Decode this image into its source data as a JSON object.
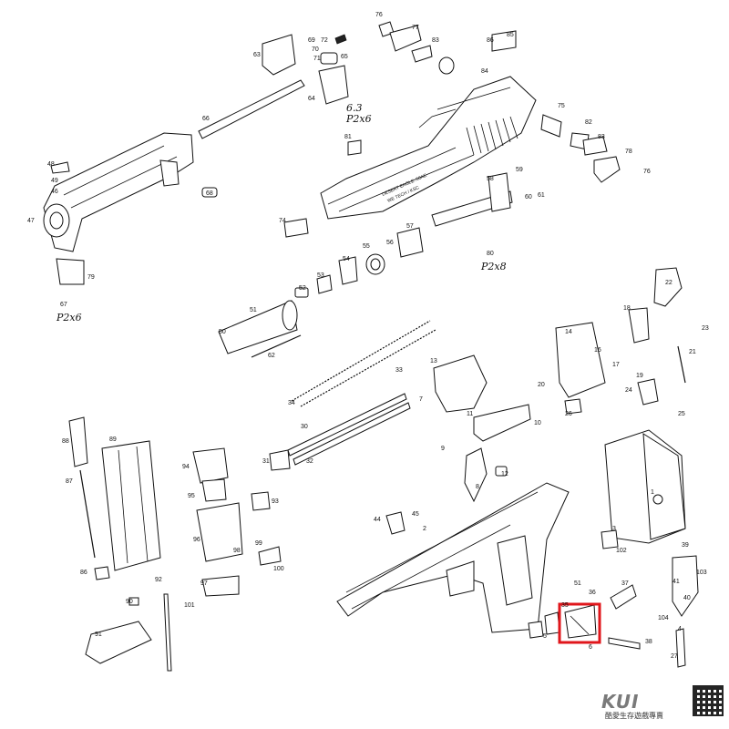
{
  "labels": [
    {
      "id": "76a",
      "t": "76"
    },
    {
      "id": "77",
      "t": "77"
    },
    {
      "id": "85",
      "t": "85"
    },
    {
      "id": "83",
      "t": "83"
    },
    {
      "id": "86",
      "t": "86"
    },
    {
      "id": "84",
      "t": "84"
    },
    {
      "id": "63",
      "t": "63"
    },
    {
      "id": "69",
      "t": "69"
    },
    {
      "id": "72",
      "t": "72"
    },
    {
      "id": "70",
      "t": "70"
    },
    {
      "id": "71",
      "t": "71"
    },
    {
      "id": "64",
      "t": "64"
    },
    {
      "id": "65",
      "t": "65"
    },
    {
      "id": "66",
      "t": "66"
    },
    {
      "id": "75",
      "t": "75"
    },
    {
      "id": "82",
      "t": "82"
    },
    {
      "id": "83b",
      "t": "83"
    },
    {
      "id": "78",
      "t": "78"
    },
    {
      "id": "76b",
      "t": "76"
    },
    {
      "id": "81",
      "t": "81"
    },
    {
      "id": "48",
      "t": "48"
    },
    {
      "id": "49",
      "t": "49"
    },
    {
      "id": "46",
      "t": "46"
    },
    {
      "id": "47",
      "t": "47"
    },
    {
      "id": "68",
      "t": "68"
    },
    {
      "id": "59",
      "t": "59"
    },
    {
      "id": "58",
      "t": "58"
    },
    {
      "id": "60",
      "t": "60"
    },
    {
      "id": "61",
      "t": "61"
    },
    {
      "id": "74",
      "t": "74"
    },
    {
      "id": "57",
      "t": "57"
    },
    {
      "id": "56",
      "t": "56"
    },
    {
      "id": "55",
      "t": "55"
    },
    {
      "id": "54",
      "t": "54"
    },
    {
      "id": "53",
      "t": "53"
    },
    {
      "id": "52",
      "t": "52"
    },
    {
      "id": "80",
      "t": "80"
    },
    {
      "id": "79",
      "t": "79"
    },
    {
      "id": "67",
      "t": "67"
    },
    {
      "id": "51",
      "t": "51"
    },
    {
      "id": "50",
      "t": "50"
    },
    {
      "id": "62",
      "t": "62"
    },
    {
      "id": "22",
      "t": "22"
    },
    {
      "id": "18",
      "t": "18"
    },
    {
      "id": "23",
      "t": "23"
    },
    {
      "id": "21",
      "t": "21"
    },
    {
      "id": "14",
      "t": "14"
    },
    {
      "id": "16",
      "t": "16"
    },
    {
      "id": "17",
      "t": "17"
    },
    {
      "id": "19",
      "t": "19"
    },
    {
      "id": "20",
      "t": "20"
    },
    {
      "id": "24",
      "t": "24"
    },
    {
      "id": "25",
      "t": "25"
    },
    {
      "id": "26",
      "t": "26"
    },
    {
      "id": "33",
      "t": "33"
    },
    {
      "id": "13",
      "t": "13"
    },
    {
      "id": "34",
      "t": "34"
    },
    {
      "id": "7",
      "t": "7"
    },
    {
      "id": "11",
      "t": "11"
    },
    {
      "id": "10",
      "t": "10"
    },
    {
      "id": "30",
      "t": "30"
    },
    {
      "id": "31",
      "t": "31"
    },
    {
      "id": "32",
      "t": "32"
    },
    {
      "id": "9",
      "t": "9"
    },
    {
      "id": "12",
      "t": "12"
    },
    {
      "id": "8",
      "t": "8"
    },
    {
      "id": "88",
      "t": "88"
    },
    {
      "id": "89",
      "t": "89"
    },
    {
      "id": "94",
      "t": "94"
    },
    {
      "id": "87",
      "t": "87"
    },
    {
      "id": "95",
      "t": "95"
    },
    {
      "id": "93",
      "t": "93"
    },
    {
      "id": "96",
      "t": "96"
    },
    {
      "id": "99",
      "t": "99"
    },
    {
      "id": "100",
      "t": "100"
    },
    {
      "id": "86b",
      "t": "86"
    },
    {
      "id": "97",
      "t": "97"
    },
    {
      "id": "92",
      "t": "92"
    },
    {
      "id": "90",
      "t": "90"
    },
    {
      "id": "101",
      "t": "101"
    },
    {
      "id": "91",
      "t": "91"
    },
    {
      "id": "98",
      "t": "98"
    },
    {
      "id": "44",
      "t": "44"
    },
    {
      "id": "45",
      "t": "45"
    },
    {
      "id": "2",
      "t": "2"
    },
    {
      "id": "3",
      "t": "3"
    },
    {
      "id": "102",
      "t": "102"
    },
    {
      "id": "1",
      "t": "1"
    },
    {
      "id": "39",
      "t": "39"
    },
    {
      "id": "41",
      "t": "41"
    },
    {
      "id": "40",
      "t": "40"
    },
    {
      "id": "103",
      "t": "103"
    },
    {
      "id": "51b",
      "t": "51"
    },
    {
      "id": "37",
      "t": "37"
    },
    {
      "id": "36",
      "t": "36"
    },
    {
      "id": "35",
      "t": "35"
    },
    {
      "id": "5",
      "t": "5"
    },
    {
      "id": "6",
      "t": "6"
    },
    {
      "id": "38",
      "t": "38"
    },
    {
      "id": "104",
      "t": "104"
    },
    {
      "id": "4",
      "t": "4"
    },
    {
      "id": "27",
      "t": "27"
    }
  ],
  "handwritten": [
    {
      "id": "p2x6a",
      "t": "6.3\nP2x6"
    },
    {
      "id": "p2x8",
      "t": "P2x8"
    },
    {
      "id": "p2x6b",
      "t": "P2x6"
    }
  ],
  "slide_engraving": [
    "DESERT EAGLE .50AE",
    "WE TECH / KSC"
  ],
  "logo": {
    "brand": "KUI",
    "tagline": "酷愛生存遊戲專賣"
  },
  "highlight": {
    "color": "#e0161b",
    "part": "35"
  }
}
